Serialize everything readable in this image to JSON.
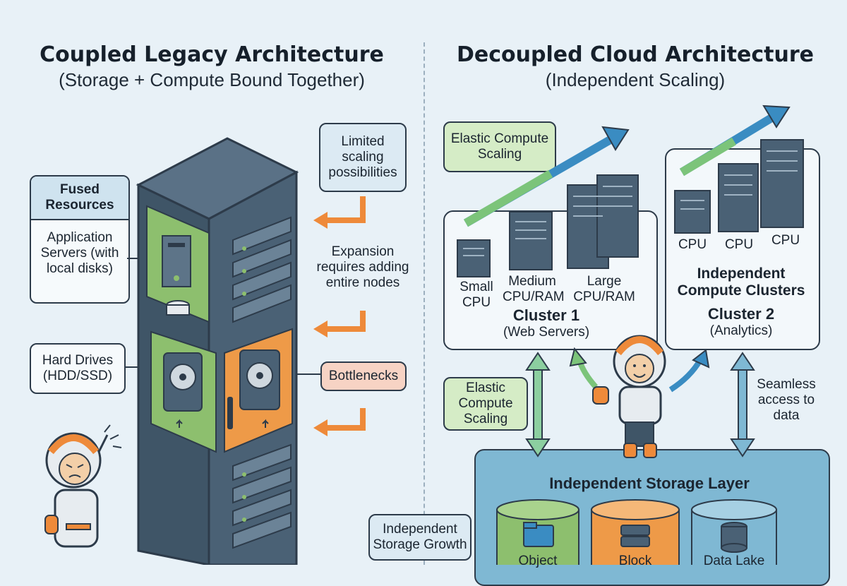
{
  "left": {
    "title": "Coupled Legacy Architecture",
    "subtitle": "(Storage + Compute Bound Together)",
    "fused_header": "Fused Resources",
    "fused_body": "Application Servers (with local disks)",
    "hard_drives": "Hard Drives (HDD/SSD)",
    "limited_scaling": "Limited scaling possibilities",
    "expansion": "Expansion requires adding entire nodes",
    "bottlenecks": "Bottlenecks"
  },
  "right": {
    "title": "Decoupled Cloud Architecture",
    "subtitle": "(Independent Scaling)",
    "elastic_top": "Elastic Compute Scaling",
    "elastic_mid": "Elastic Compute Scaling",
    "server_small": "Small CPU",
    "server_medium": "Medium CPU/RAM",
    "server_large": "Large CPU/RAM",
    "cluster1_title": "Cluster 1",
    "cluster1_sub": "(Web Servers)",
    "cpu_labels": [
      "CPU",
      "CPU",
      "CPU"
    ],
    "independent_compute": "Independent Compute Clusters",
    "cluster2_title": "Cluster 2",
    "cluster2_sub": "(Analytics)",
    "seamless": "Seamless access to data",
    "storage_layer": "Independent Storage Layer",
    "storage_growth": "Independent Storage Growth",
    "storage_types": [
      "Object",
      "Block",
      "Data Lake"
    ]
  },
  "colors": {
    "rack": "#3f5567",
    "green_panel": "#8dbf6e",
    "orange_panel": "#ee9a48",
    "arrow_orange": "#ee8a3a",
    "arrow_blue": "#3a8cc2",
    "arrow_green": "#7cc47a",
    "vertical_arrow": "#8ccfa0"
  }
}
